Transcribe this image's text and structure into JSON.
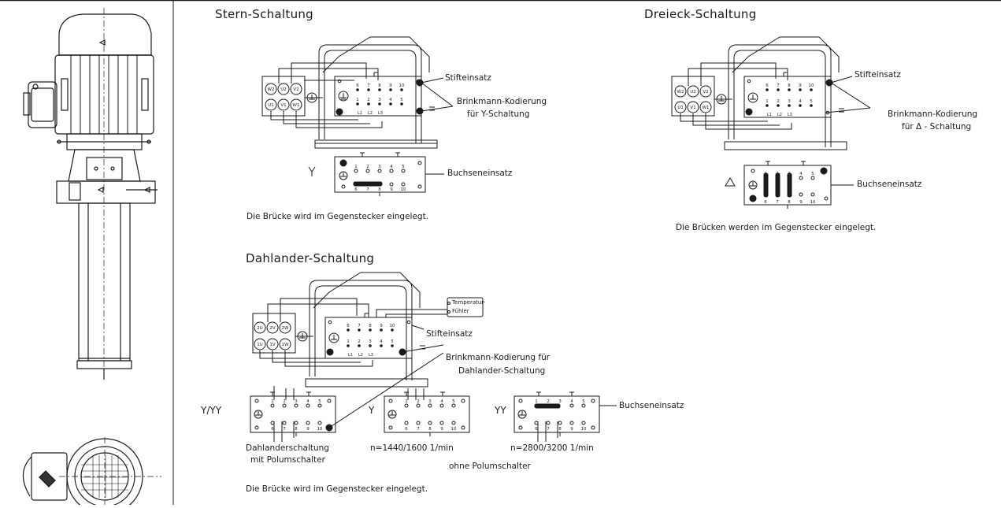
{
  "sections": {
    "star": {
      "title": "Stern-Schaltung",
      "pin_insert": "Stifteinsatz",
      "coding_line1": "Brinkmann-Kodierung",
      "coding_line2": "für Y-Schaltung",
      "socket_insert": "Buchseneinsatz",
      "symbol": "Y",
      "caption": "Die Brücke wird im Gegenstecker eingelegt."
    },
    "delta": {
      "title": "Dreieck-Schaltung",
      "pin_insert": "Stifteinsatz",
      "coding_line1": "Brinkmann-Kodierung",
      "coding_line2": "für Δ - Schaltung",
      "socket_insert": "Buchseneinsatz",
      "symbol": "△",
      "caption": "Die Brücken werden im Gegenstecker eingelegt."
    },
    "dahlander": {
      "title": "Dahlander-Schaltung",
      "temp_line1": "Temperatur-",
      "temp_line2": "Fühler",
      "pin_insert": "Stifteinsatz",
      "coding_line1": "Brinkmann-Kodierung für",
      "coding_line2": "Dahlander-Schaltung",
      "socket_insert": "Buchseneinsatz",
      "symbol_1": "Y/YY",
      "symbol_2": "Y",
      "symbol_3": "YY",
      "note1_line1": "Dahlanderschaltung",
      "note1_line2": "mit Polumschalter",
      "note2": "n=1440/1600 1/min",
      "note3": "n=2800/3200 1/min",
      "note4": "ohne Polumschalter",
      "caption": "Die Brücke wird im Gegenstecker eingelegt."
    }
  },
  "terminals": {
    "star_delta_top": [
      "W2",
      "U2",
      "V2"
    ],
    "star_delta_bottom": [
      "U1",
      "V1",
      "W1"
    ],
    "dahlander_top": [
      "2U",
      "2V",
      "2W"
    ],
    "dahlander_bottom": [
      "1U",
      "1V",
      "1W"
    ]
  },
  "pins": {
    "top": [
      "6",
      "7",
      "8",
      "9",
      "10"
    ],
    "bottom": [
      "1",
      "2",
      "3",
      "4",
      "5"
    ],
    "phases": [
      "L1",
      "L2",
      "L3"
    ]
  },
  "icons": {
    "motor": "motor-side-view-icon",
    "motor_end": "motor-end-view-icon",
    "ground": "ground-symbol-icon"
  }
}
